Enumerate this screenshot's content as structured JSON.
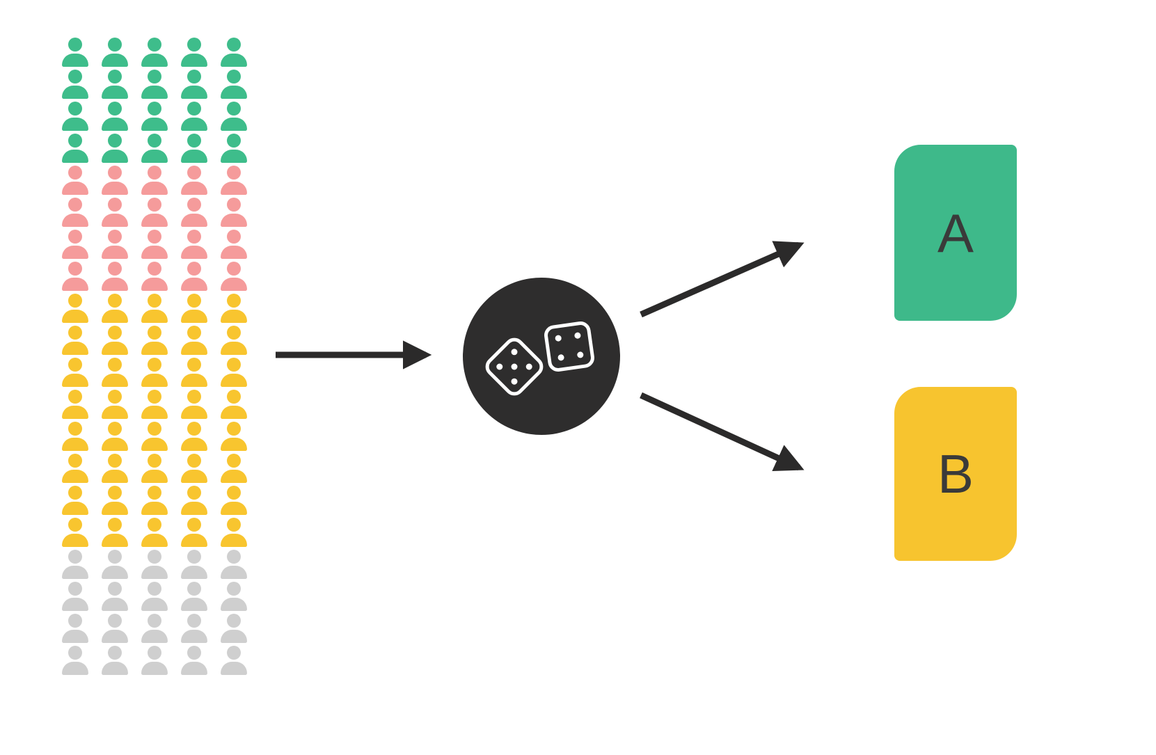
{
  "diagram": {
    "title": "randomization-of-population-into-groups",
    "population": {
      "columns": 5,
      "total_count": 100,
      "groups": [
        {
          "name": "group-green",
          "color": "#3EBD8B",
          "rows": 4,
          "count": 20
        },
        {
          "name": "group-pink",
          "color": "#F59B9B",
          "rows": 4,
          "count": 20
        },
        {
          "name": "group-yellow",
          "color": "#F8C52F",
          "rows": 8,
          "count": 40
        },
        {
          "name": "group-gray",
          "color": "#CFCFCF",
          "rows": 4,
          "count": 20
        }
      ]
    },
    "randomizer": {
      "icon": "dice-icon",
      "background": "#2E2D2D",
      "dice": [
        {
          "pips": 5
        },
        {
          "pips": 4
        }
      ]
    },
    "arrows": {
      "color": "#2B2A2A"
    },
    "outputs": [
      {
        "label": "A",
        "color": "#3EB98A"
      },
      {
        "label": "B",
        "color": "#F7C42F"
      }
    ],
    "label_color": "#3A3A3A"
  }
}
